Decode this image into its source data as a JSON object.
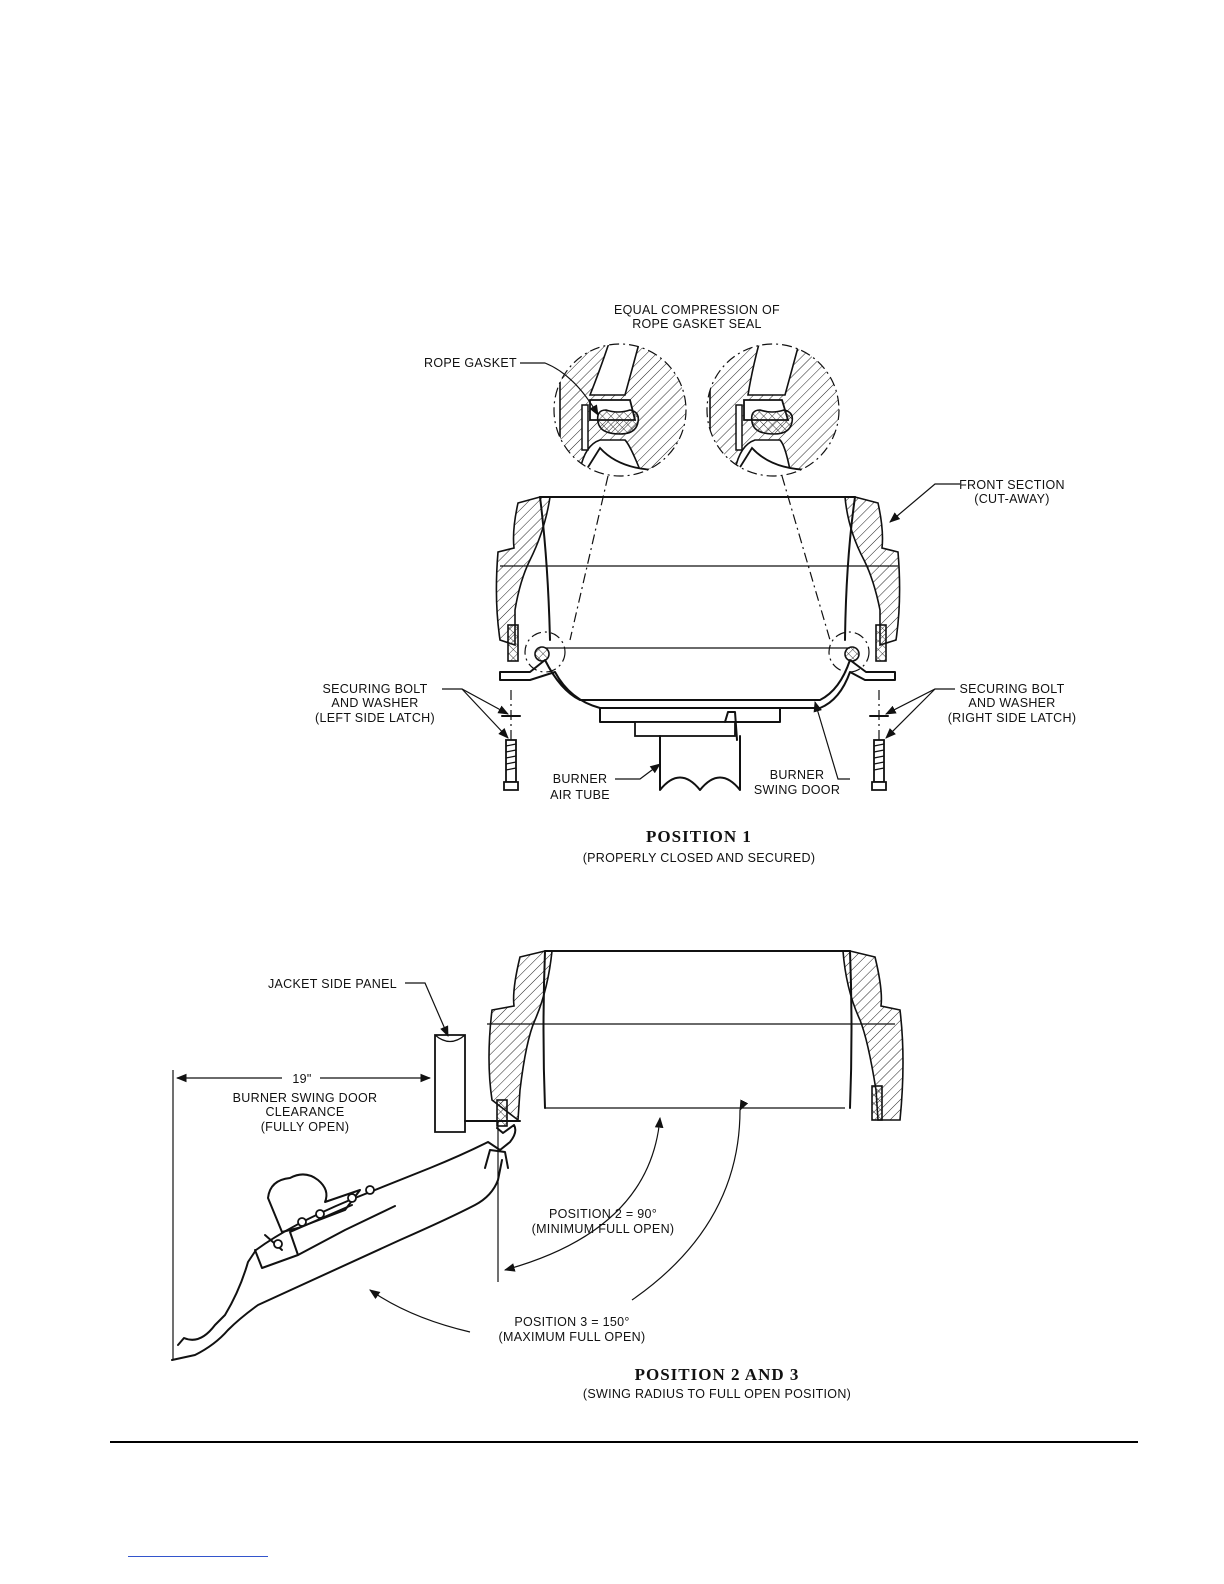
{
  "figure1": {
    "callout_equal_compression_line1": "EQUAL COMPRESSION OF",
    "callout_equal_compression_line2": "ROPE GASKET SEAL",
    "rope_gasket": "ROPE GASKET",
    "front_section_line1": "FRONT SECTION",
    "front_section_line2": "(CUT-AWAY)",
    "bolt_left_line1": "SECURING BOLT",
    "bolt_left_line2": "AND WASHER",
    "bolt_left_line3": "(LEFT SIDE LATCH)",
    "bolt_right_line1": "SECURING BOLT",
    "bolt_right_line2": "AND WASHER",
    "bolt_right_line3": "(RIGHT SIDE LATCH)",
    "air_tube_line1": "BURNER",
    "air_tube_line2": "AIR TUBE",
    "swing_door_line1": "BURNER",
    "swing_door_line2": "SWING DOOR",
    "title": "POSITION 1",
    "subtitle": "(PROPERLY CLOSED AND SECURED)"
  },
  "figure2": {
    "jacket_side_panel": "JACKET SIDE PANEL",
    "dimension": "19\"",
    "clearance_line1": "BURNER SWING DOOR",
    "clearance_line2": "CLEARANCE",
    "clearance_line3": "(FULLY OPEN)",
    "position2_line1": "POSITION 2 = 90°",
    "position2_line2": "(MINIMUM FULL OPEN)",
    "position3_line1": "POSITION 3 = 150°",
    "position3_line2": "(MAXIMUM FULL OPEN)",
    "title": "POSITION 2 AND 3",
    "subtitle": "(SWING RADIUS TO FULL OPEN POSITION)"
  }
}
